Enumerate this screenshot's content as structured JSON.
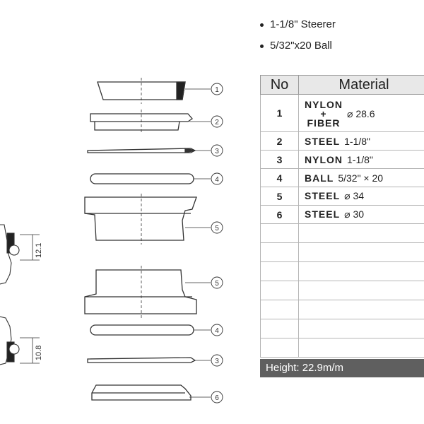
{
  "specs": [
    "1-1/8\" Steerer",
    "5/32\"x20 Ball"
  ],
  "table": {
    "headers": [
      "No",
      "Material"
    ],
    "rows": [
      {
        "no": "1",
        "material_top": "NYLON",
        "material_join": "+",
        "material_bottom": "FIBER",
        "spec": "⌀ 28.6"
      },
      {
        "no": "2",
        "material": "STEEL",
        "spec": "1-1/8\""
      },
      {
        "no": "3",
        "material": "NYLON",
        "spec": "1-1/8\""
      },
      {
        "no": "4",
        "material": "BALL",
        "spec": "5/32\" × 20"
      },
      {
        "no": "5",
        "material": "STEEL",
        "spec": "⌀ 34"
      },
      {
        "no": "6",
        "material": "STEEL",
        "spec": "⌀ 30"
      }
    ]
  },
  "height_label": "Height: 22.9m/m",
  "dimensions": {
    "upper": "12.1",
    "lower": "10.8"
  },
  "callouts": [
    "1",
    "2",
    "3",
    "4",
    "5",
    "5",
    "4",
    "3",
    "6"
  ]
}
